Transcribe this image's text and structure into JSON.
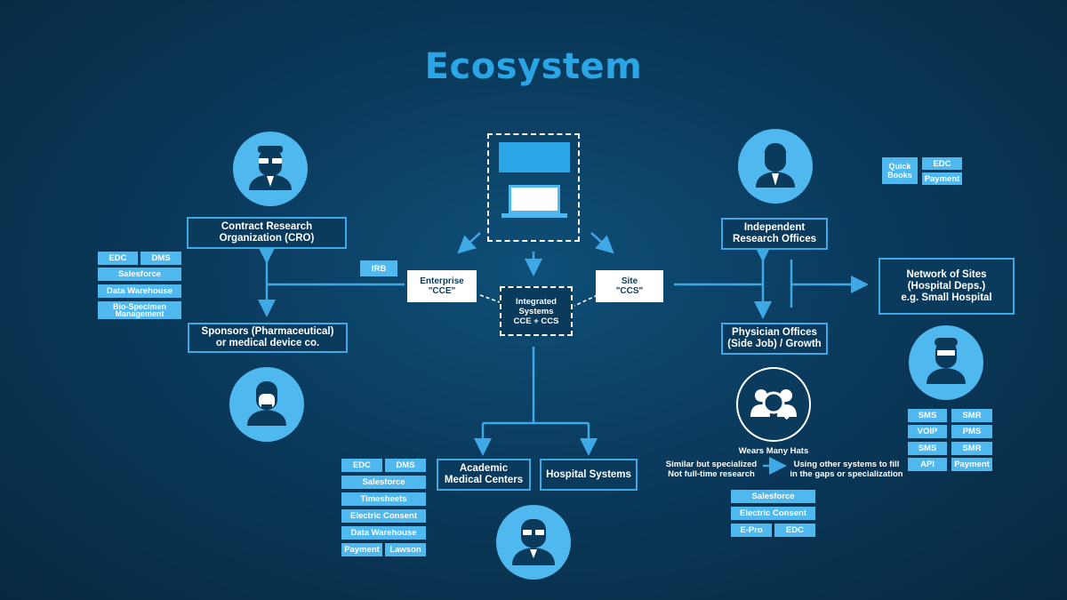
{
  "title": "Ecosystem",
  "nodes": {
    "cro": "Contract Research\nOrganization (CRO)",
    "sponsors": "Sponsors (Pharmaceutical)\nor medical device co.",
    "irb": "IRB",
    "enterprise": "Enterprise\n\"CCE\"",
    "integrated": "Integrated\nSystems\nCCE + CCS",
    "site": "Site\n\"CCS\"",
    "academic": "Academic\nMedical Centers",
    "hospital_systems": "Hospital Systems",
    "independent": "Independent\nResearch Offices",
    "physician": "Physician Offices\n(Side Job) / Growth",
    "network": "Network of Sites\n(Hospital Deps.)\ne.g. Small Hospital"
  },
  "left_tags": {
    "edc": "EDC",
    "dms": "DMS",
    "salesforce": "Salesforce",
    "warehouse": "Data Warehouse",
    "biospecimen": "Bio-Specimen\nManagement"
  },
  "center_tags": {
    "edc": "EDC",
    "dms": "DMS",
    "salesforce": "Salesforce",
    "timesheets": "Timesheets",
    "consent": "Electric Consent",
    "warehouse": "Data Warehouse",
    "payment": "Payment",
    "lawson": "Lawson"
  },
  "top_right_tags": {
    "quickbooks": "Quick\nBooks",
    "edc": "EDC",
    "payment": "Payment"
  },
  "right_tags": {
    "sms1": "SMS",
    "smr1": "SMR",
    "voip": "VOIP",
    "pms": "PMS",
    "sms2": "SMS",
    "smr2": "SMR",
    "api": "API",
    "payment": "Payment"
  },
  "hats": {
    "label": "Wears Many Hats",
    "left_text": "Similar but specialized\nNot full-time research",
    "right_text": "Using other systems to fill\nin the gaps or specialization"
  },
  "bottom_right_tags": {
    "salesforce": "Salesforce",
    "consent": "Electric Consent",
    "epro": "E-Pro",
    "edc": "EDC"
  },
  "colors": {
    "background": "#0a3a5c",
    "accent": "#2aa5e6",
    "tag": "#4fb8ef",
    "line": "#3fa9e8"
  }
}
